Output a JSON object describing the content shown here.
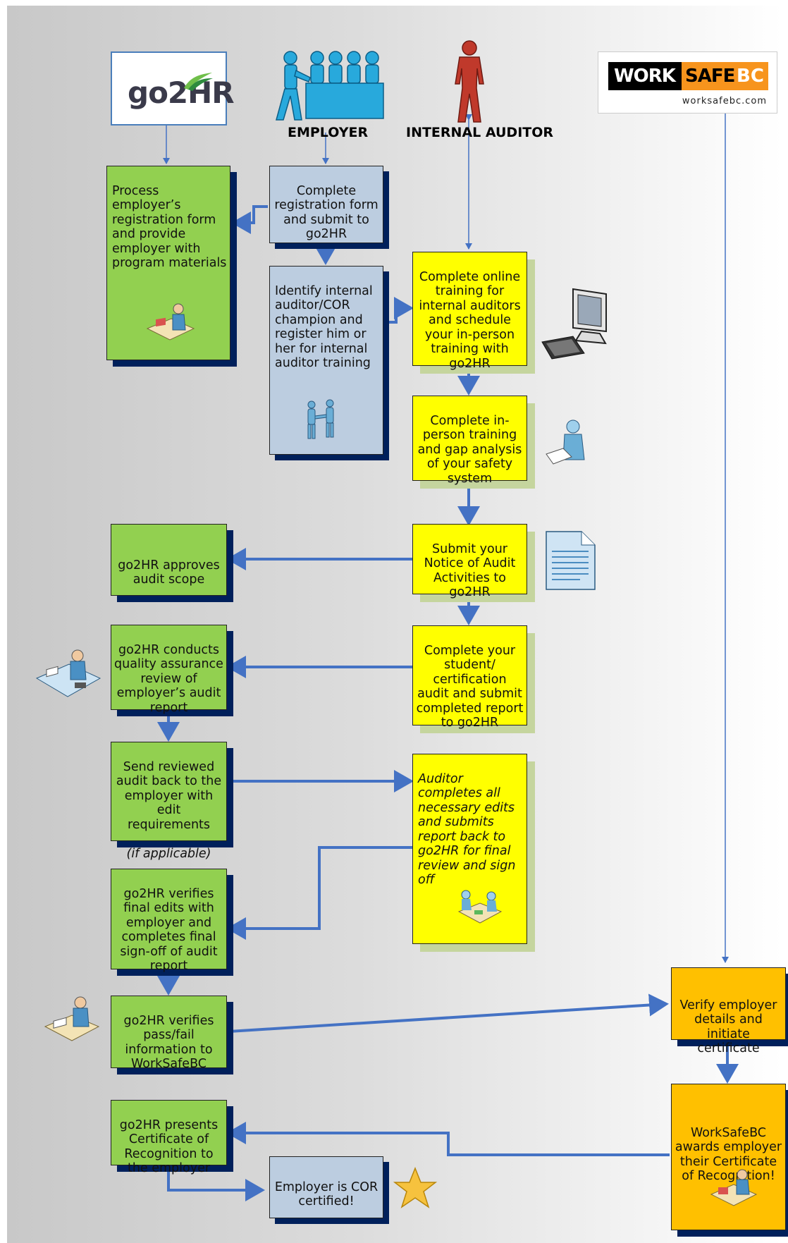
{
  "logos": {
    "go2hr": "go2HR",
    "worksafe_work": "WORK",
    "worksafe_safe": "SAFE",
    "worksafe_bc": "BC",
    "worksafe_url": "worksafebc.com"
  },
  "actors": {
    "employer": "EMPLOYER",
    "internal_auditor": "INTERNAL AUDITOR"
  },
  "steps": {
    "g_process": "Process employer’s registration form and provide employer with program materials",
    "b_complete_form": "Complete registration form and submit to go2HR",
    "b_identify": "Identify internal auditor/COR champion and register him or her for internal auditor training",
    "y_online": "Complete online training for internal auditors and schedule your in-person training with go2HR",
    "y_inperson": "Complete in-person training and gap analysis of your safety system",
    "y_submit_notice": "Submit your Notice of Audit Activities to go2HR",
    "g_approves": "go2HR approves audit scope",
    "y_complete_audit": "Complete your student/ certification audit and submit completed report to go2HR",
    "g_qa": "go2HR conducts quality assurance review of employer’s audit report",
    "g_send_back": "Send reviewed audit back to the employer with edit requirements",
    "g_send_back_note": "(if applicable)",
    "y_auditor_edits": "Auditor completes all necessary edits and submits report back to go2HR for final review and sign off",
    "g_verifies_final": "go2HR verifies final edits with employer and completes final sign-off of audit report",
    "g_verifies_pass": "go2HR verifies pass/fail information to WorkSafeBC",
    "o_verify": "Verify employer details and initiate certificate",
    "o_awards": "WorkSafeBC awards employer their Certificate of Recognition!",
    "g_presents": "go2HR presents Certificate of Recognition to the employer",
    "b_certified": "Employer is COR certified!"
  },
  "colors": {
    "go2hr_step": "#92d050",
    "employer_step": "#bccde0",
    "auditor_step": "#ffff00",
    "worksafe_step": "#ffc000",
    "connector": "#4472c4",
    "shadow": "#00205b"
  }
}
